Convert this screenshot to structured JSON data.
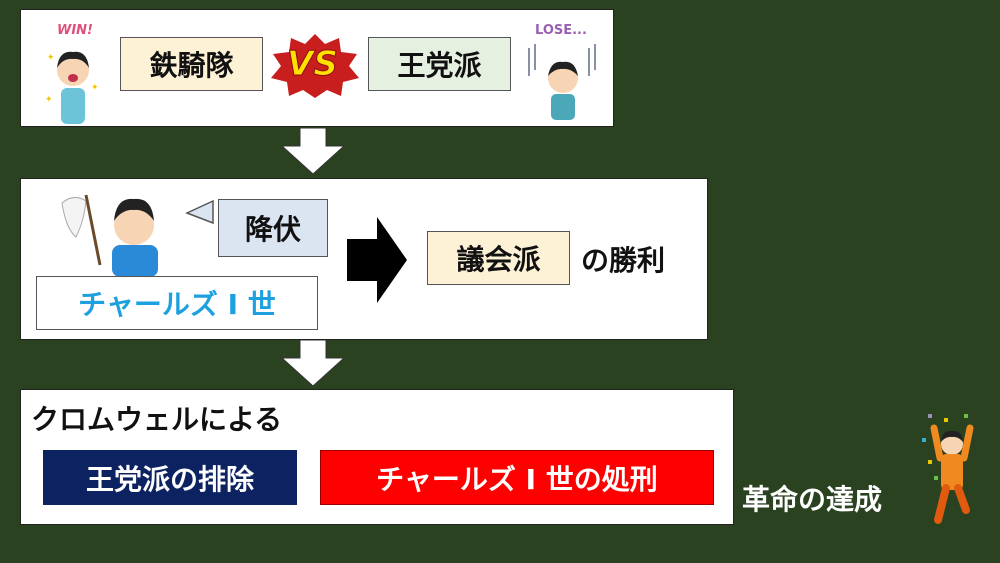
{
  "step1": {
    "win_label": "WIN!",
    "lose_label": "LOSE...",
    "left_faction": "鉄騎隊",
    "vs_label": "VS",
    "right_faction": "王党派"
  },
  "step2": {
    "speech": "降伏",
    "person": "チャールズ I 世",
    "winner_faction": "議会派",
    "winner_suffix": "の勝利"
  },
  "step3": {
    "heading": "クロムウェルによる",
    "action1": "王党派の排除",
    "action2": "チャールズ I 世の処刑"
  },
  "result": "革命の達成",
  "colors": {
    "background": "#2b4221",
    "left_faction_bg": "#fdf1d6",
    "right_faction_bg": "#e6f0e0",
    "speech_bg": "#dbe5f1",
    "person_text": "#1ea0e0",
    "action1_bg": "#0d2260",
    "action2_bg": "#ff0000",
    "vs_text": "#ffe000",
    "vs_burst": "#c81e1e"
  }
}
